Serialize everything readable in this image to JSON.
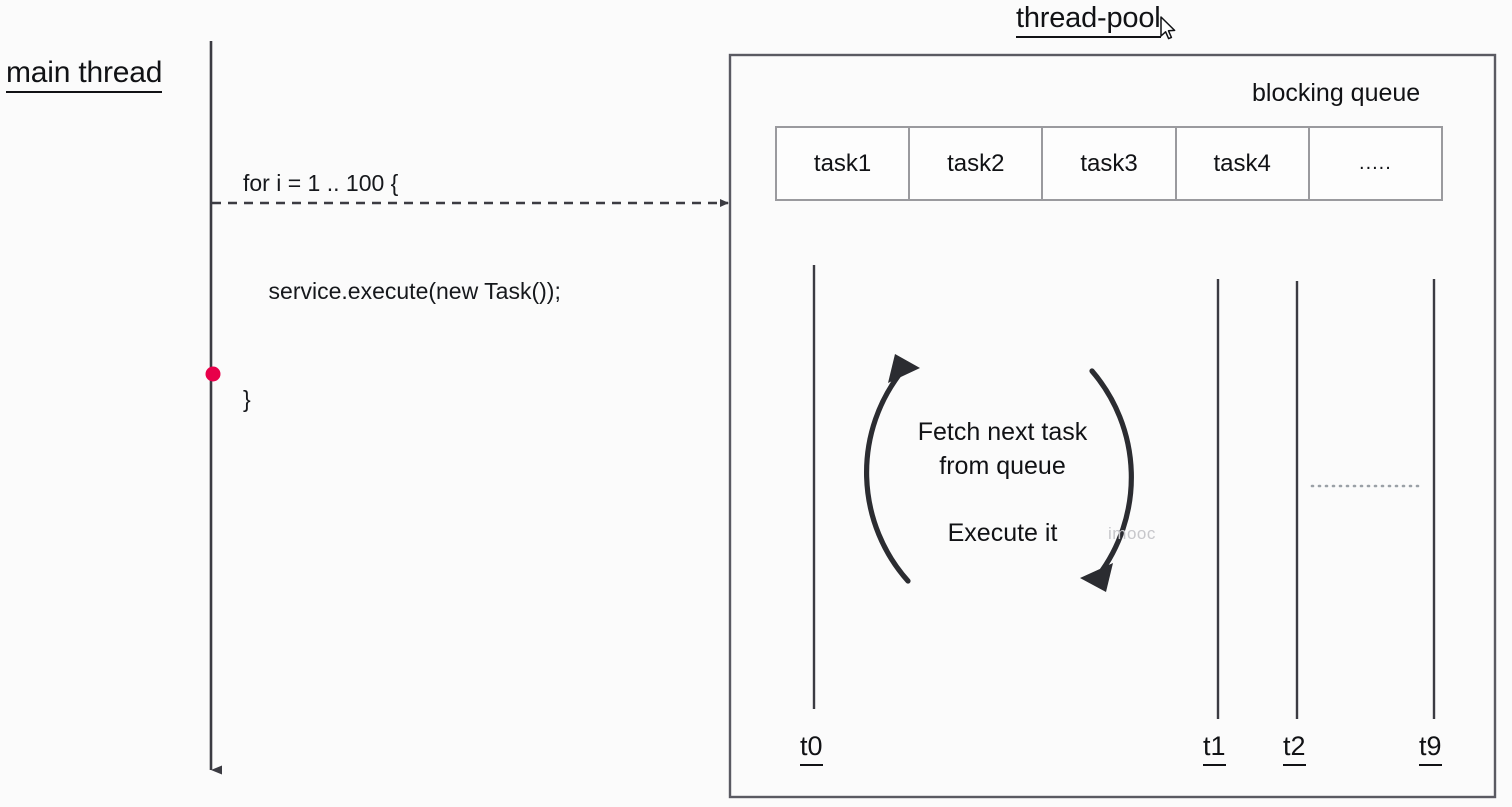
{
  "diagram": {
    "title": "thread-pool",
    "left_label": "main thread",
    "code": {
      "line1": "for i = 1 .. 100 {",
      "line2": "    service.execute(new Task());",
      "line3": "}"
    },
    "queue": {
      "label": "blocking queue",
      "cells": [
        "task1",
        "task2",
        "task3",
        "task4",
        "....."
      ]
    },
    "loop": {
      "line1": "Fetch next task",
      "line2": "from queue",
      "line3": "Execute it"
    },
    "threads": [
      {
        "name": "t0"
      },
      {
        "name": "t1"
      },
      {
        "name": "t2"
      },
      {
        "name": "t9"
      }
    ],
    "watermark": "imooc",
    "colors": {
      "ink": "#111215",
      "line": "#3b3b42",
      "box_border": "#5a5a62",
      "table_border": "#9a9a9e",
      "marker_red": "#E8004A",
      "background": "#fbfbfb",
      "dotted": "#9aa0a6"
    },
    "icons": {
      "cursor": "mouse-pointer-icon",
      "loop_arrow": "circular-arrow-icon",
      "dispatch_arrow": "dashed-arrow-icon",
      "timeline_arrow": "down-arrow-icon",
      "execution_marker": "red-dot-icon"
    }
  }
}
